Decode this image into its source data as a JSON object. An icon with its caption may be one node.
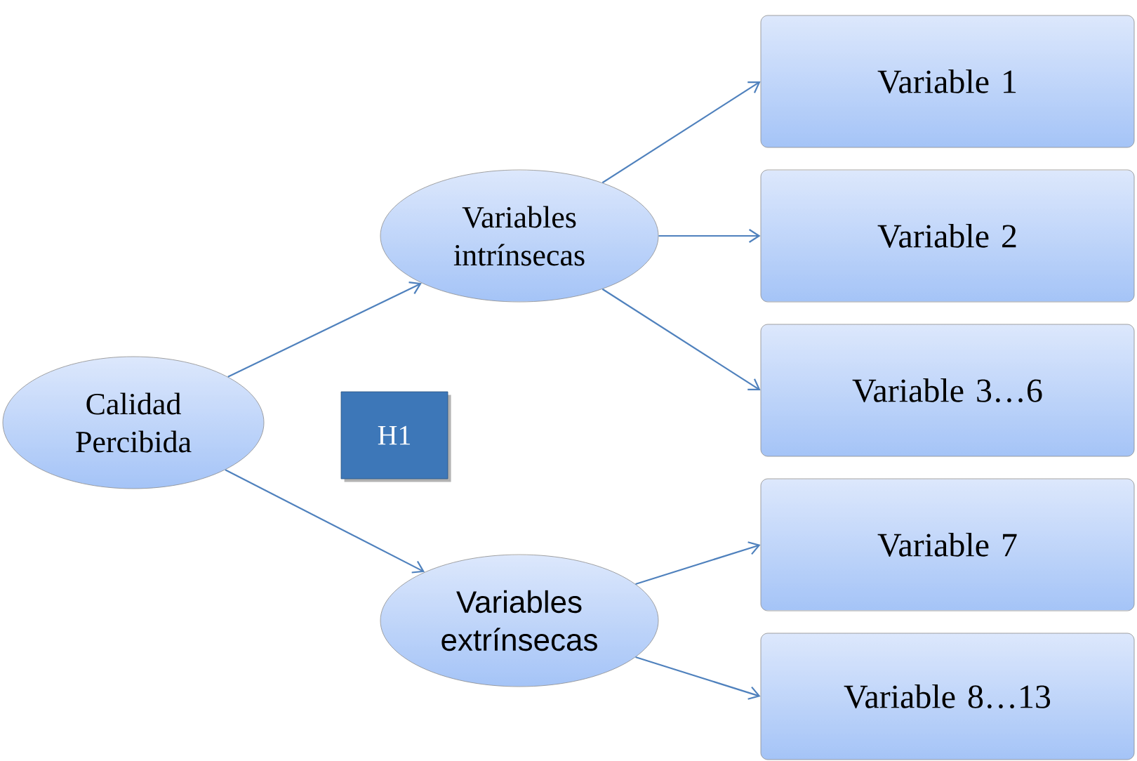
{
  "diagram": {
    "nodes": [
      {
        "text": [
          "Calidad Percibida"
        ]
      },
      {
        "text": [
          "Variables intrínsecas"
        ]
      },
      {
        "text": [
          "Variables extrínsecas"
        ]
      },
      {
        "text": [
          "H1"
        ]
      },
      {
        "text": [
          "Variable 1"
        ]
      },
      {
        "text": [
          "Variable 2"
        ]
      },
      {
        "text": [
          "Variable 3…6"
        ]
      },
      {
        "text": [
          "Variable 7"
        ]
      },
      {
        "text": [
          "Variable 8…13"
        ]
      }
    ],
    "edges": [
      {
        "from": 0,
        "to": 1,
        "arrow": "to"
      },
      {
        "from": 0,
        "to": 2,
        "arrow": "to"
      },
      {
        "from": 1,
        "to": 4,
        "arrow": "to"
      },
      {
        "from": 1,
        "to": 5,
        "arrow": "to"
      },
      {
        "from": 1,
        "to": 6,
        "arrow": "to"
      },
      {
        "from": 2,
        "to": 7,
        "arrow": "to"
      },
      {
        "from": 2,
        "to": 8,
        "arrow": "to"
      }
    ]
  }
}
